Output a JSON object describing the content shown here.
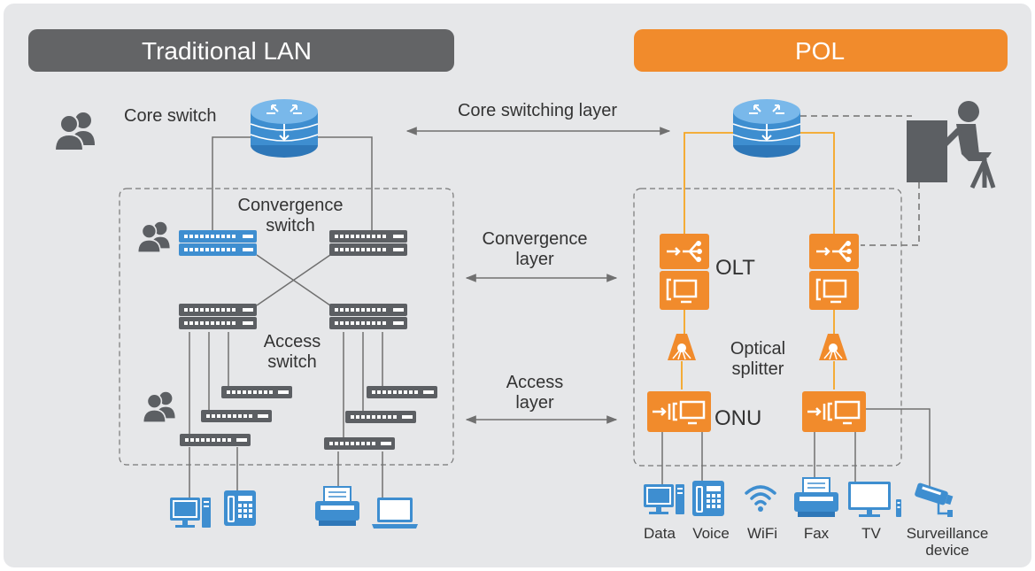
{
  "colors": {
    "panel": "#e6e7e9",
    "lan_header": "#636466",
    "pol_header": "#f18b2c",
    "device_orange": "#f18b2c",
    "device_blue": "#3e8ed0",
    "device_gray": "#5c5f63",
    "line_gray": "#707070",
    "fiber_orange": "#f5a623"
  },
  "headers": {
    "lan": "Traditional LAN",
    "pol": "POL"
  },
  "lan": {
    "core_switch": "Core switch",
    "convergence_switch": [
      "Convergence",
      "switch"
    ],
    "access_switch": [
      "Access",
      "switch"
    ]
  },
  "layers": {
    "core": "Core switching layer",
    "convergence": [
      "Convergence",
      "layer"
    ],
    "access": [
      "Access",
      "layer"
    ]
  },
  "pol": {
    "olt": "OLT",
    "optical_splitter": [
      "Optical",
      "splitter"
    ],
    "onu": "ONU",
    "terminals": {
      "data": "Data",
      "voice": "Voice",
      "wifi": "WiFi",
      "fax": "Fax",
      "tv": "TV",
      "surveillance": [
        "Surveillance",
        "device"
      ]
    }
  },
  "icons": [
    "users-icon",
    "router-icon",
    "switch-icon",
    "olt-icon",
    "splitter-icon",
    "onu-icon",
    "pc-icon",
    "phone-icon",
    "wifi-icon",
    "fax-icon",
    "laptop-icon",
    "tv-icon",
    "camera-icon",
    "admin-workstation-icon"
  ]
}
